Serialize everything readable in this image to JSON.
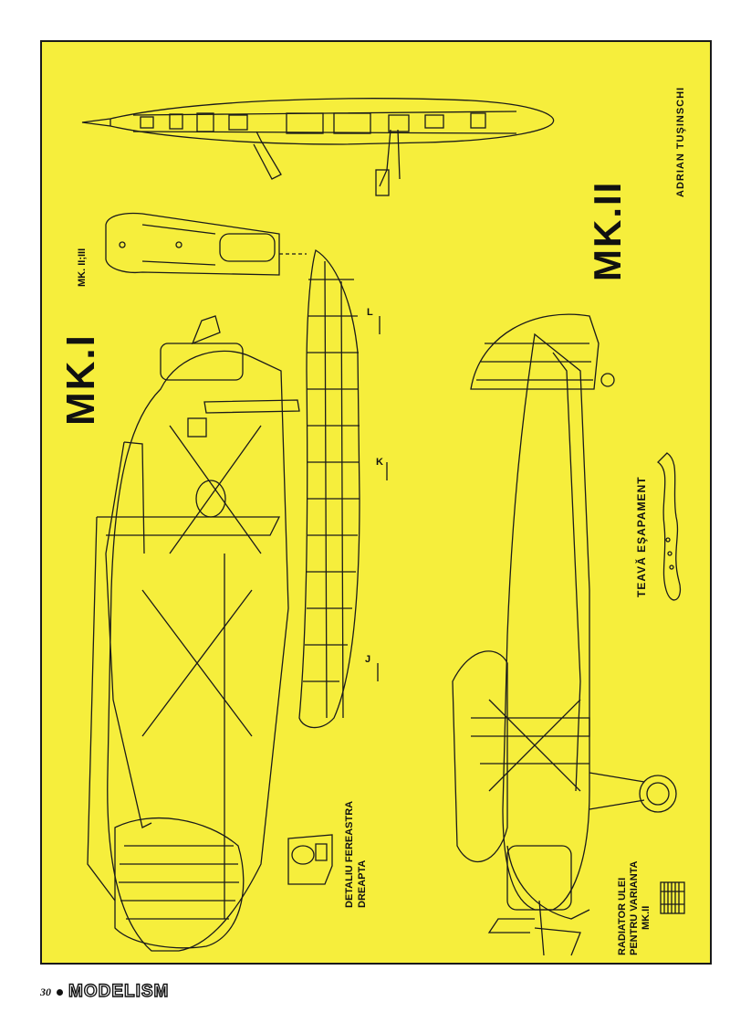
{
  "labels": {
    "mk1": "MK.I",
    "mk2": "MK.II",
    "mk23": "MK. II;III",
    "author": "ADRIAN  TUŞINSCHI",
    "exhaust": "TEAVĂ  EŞAPAMENT",
    "window_line1": "DETALIU FEREASTRA",
    "window_line2": "DREAPTA",
    "radiator_line1": "RADIATOR  ULEI",
    "radiator_line2": "PENTRU VARIANTA",
    "radiator_line3": "MK.II",
    "section_L": "L",
    "section_K": "K",
    "section_J": "J"
  },
  "footer": {
    "page_number": "30",
    "magazine": "MODELISM"
  },
  "colors": {
    "paper": "#f6ee3c",
    "ink": "#1a1a1a"
  }
}
